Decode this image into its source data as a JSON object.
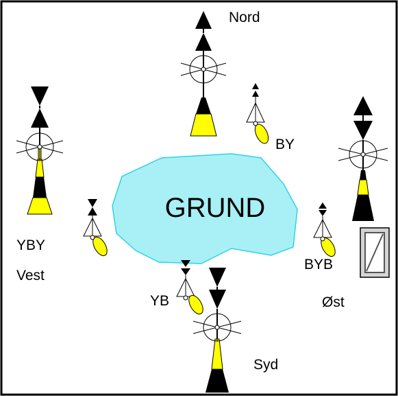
{
  "shoal": {
    "label": "GRUND",
    "fill": "#a8f0f5",
    "stroke": "#2bd3e6"
  },
  "colors": {
    "black": "#000000",
    "yellow": "#ffff00",
    "sign": "#d4d4d4"
  },
  "markers": {
    "north": {
      "direction": "Nord",
      "buoy_code": "BY",
      "topmark": "cones-up"
    },
    "west": {
      "direction": "Vest",
      "buoy_code": "YBY",
      "topmark": "cones-point-to-point"
    },
    "east": {
      "direction": "Øst",
      "buoy_code": "BYB",
      "topmark": "cones-base-to-base"
    },
    "south": {
      "direction": "Syd",
      "buoy_code": "YB",
      "topmark": "cones-down"
    }
  }
}
